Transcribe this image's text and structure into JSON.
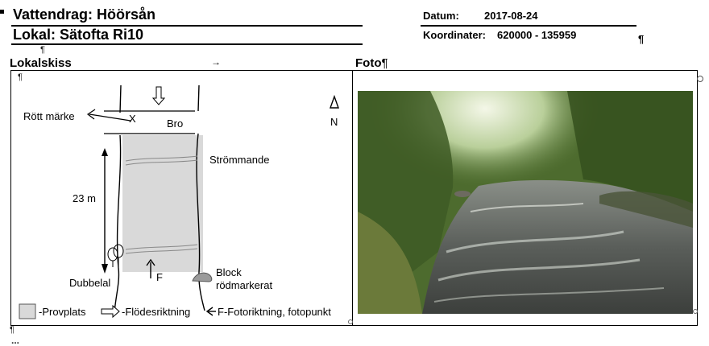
{
  "header": {
    "title_water": "Vattendrag: Höörsån",
    "title_site": "Lokal: Sätofta Ri10",
    "date_label": "Datum:",
    "date_value": "2017-08-24",
    "coords_label": "Koordinater:",
    "coords_value": "620000 - 135959"
  },
  "sections": {
    "sketch_title": "Lokalskiss",
    "photo_title": "Foto",
    "pilcrow": "¶",
    "tab_arrow": "→"
  },
  "sketch": {
    "red_mark": "Rött märke",
    "x_mark": "X",
    "bridge": "Bro",
    "north": "N",
    "flow_type": "Strömmande",
    "distance": "23 m",
    "dubbelal": "Dubbelal",
    "photo_mark": "F",
    "block_line1": "Block",
    "block_line2": "rödmarkerat"
  },
  "legend": {
    "sample_area": "-Provplats",
    "flow_direction": "-Flödesriktning",
    "photo_direction": "F-Fotoriktning, fotopunkt"
  },
  "footer": {
    "cut_text": "..."
  },
  "colors": {
    "sample_area_fill": "#d9d9d9",
    "block_fill": "#9a9a9a"
  }
}
